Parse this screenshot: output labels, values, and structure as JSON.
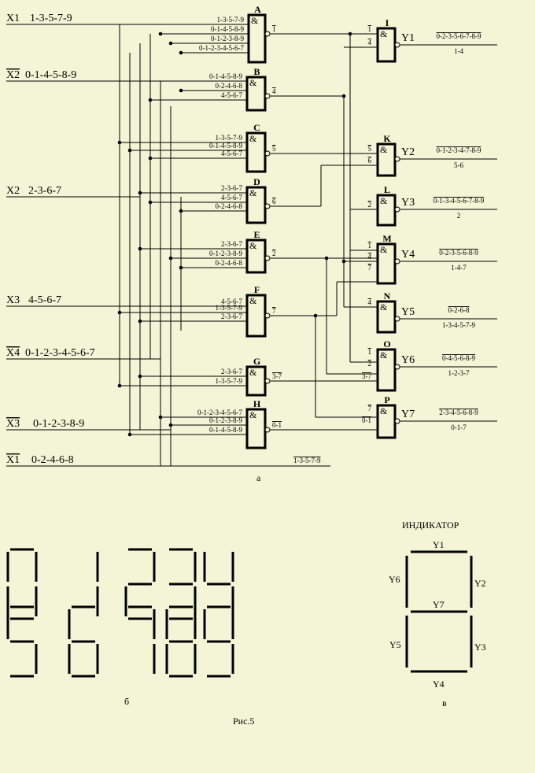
{
  "inputs": [
    {
      "name": "X1",
      "inverted": false,
      "digits": "1-3-5-7-9"
    },
    {
      "name": "X2",
      "inverted": true,
      "digits": "0-1-4-5-8-9"
    },
    {
      "name": "X2",
      "inverted": false,
      "digits": "2-3-6-7"
    },
    {
      "name": "X3",
      "inverted": false,
      "digits": "4-5-6-7"
    },
    {
      "name": "X4",
      "inverted": true,
      "digits": "0-1-2-3-4-5-6-7"
    },
    {
      "name": "X3",
      "inverted": true,
      "digits": "0-1-2-3-8-9"
    },
    {
      "name": "X1",
      "inverted": true,
      "digits": "0-2-4-6-8"
    }
  ],
  "and_symbol": "&",
  "first_stage": [
    {
      "name": "A",
      "inputs": [
        "1-3-5-7-9",
        "0-1-4-5-8-9",
        "0-1-2-3-8-9",
        "0-1-2-3-4-5-6-7"
      ],
      "output": "1"
    },
    {
      "name": "B",
      "inputs": [
        "0-1-4-5-8-9",
        "0-2-4-6-8",
        "4-5-6-7"
      ],
      "output": "4"
    },
    {
      "name": "C",
      "inputs": [
        "1-3-5-7-9",
        "0-1-4-5-8-9",
        "4-5-6-7"
      ],
      "output": "5"
    },
    {
      "name": "D",
      "inputs": [
        "2-3-6-7",
        "4-5-6-7",
        "0-2-4-6-8"
      ],
      "output": "6"
    },
    {
      "name": "E",
      "inputs": [
        "2-3-6-7",
        "0-1-2-3-8-9",
        "0-2-4-6-8"
      ],
      "output": "2"
    },
    {
      "name": "F",
      "inputs": [
        "4-5-6-7",
        "1-3-5-7-9",
        "2-3-6-7"
      ],
      "output": "7"
    },
    {
      "name": "G",
      "inputs": [
        "2-3-6-7",
        "1-3-5-7-9"
      ],
      "output": "3-7"
    },
    {
      "name": "H",
      "inputs": [
        "0-1-2-3-4-5-6-7",
        "0-1-2-3-8-9",
        "0-1-4-5-8-9"
      ],
      "output": "0-1"
    }
  ],
  "bottom_line_label": "1-3-5-7-9",
  "second_stage": [
    {
      "name": "I",
      "inputs": [
        "1",
        "4"
      ],
      "output": "Y1",
      "inverted_set": "0-2-3-5-6-7-8-9",
      "set": "1-4"
    },
    {
      "name": "K",
      "inputs": [
        "5",
        "6"
      ],
      "output": "Y2",
      "inverted_set": "0-1-2-3-4-7-8-9",
      "set": "5-6"
    },
    {
      "name": "L",
      "inputs": [
        "2"
      ],
      "output": "Y3",
      "inverted_set": "0-1-3-4-5-6-7-8-9",
      "set": "2"
    },
    {
      "name": "M",
      "inputs": [
        "1",
        "4",
        "7"
      ],
      "output": "Y4",
      "inverted_set": "0-2-3-5-6-8-9",
      "set": "1-4-7"
    },
    {
      "name": "N",
      "inputs": [
        "4"
      ],
      "output": "Y5",
      "inverted_set": "0-2-6-8",
      "set": "1-3-4-5-7-9"
    },
    {
      "name": "O",
      "inputs": [
        "1",
        "2",
        "3-7"
      ],
      "output": "Y6",
      "inverted_set": "0-4-5-6-8-9",
      "set": "1-2-3-7"
    },
    {
      "name": "P",
      "inputs": [
        "7",
        "0-1"
      ],
      "output": "Y7",
      "inverted_set": "2-3-4-5-6-8-9",
      "set": "0-1-7"
    }
  ],
  "caption_a": "а",
  "digits_top": [
    "0",
    "1",
    "2",
    "3",
    "4"
  ],
  "digits_bottom": [
    "5",
    "6",
    "7",
    "8",
    "9"
  ],
  "caption_b": "б",
  "indicator": {
    "title": "ИНДИКАТОР",
    "labels": {
      "top": "Y1",
      "upper_right": "Y2",
      "lower_right": "Y3",
      "bottom": "Y4",
      "lower_left": "Y5",
      "upper_left": "Y6",
      "middle": "Y7"
    },
    "caption": "в"
  },
  "figure_caption": "Рис.5",
  "colors": {
    "background": "#f4f4d6",
    "ink": "#000000"
  }
}
